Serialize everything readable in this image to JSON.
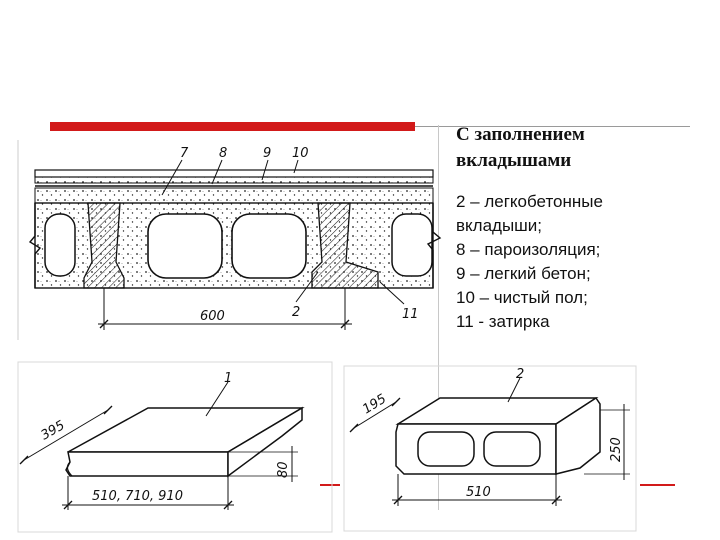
{
  "legend": {
    "title_line1": "С заполнением",
    "title_line2": "вкладышами",
    "items": [
      "2 – легкобетонные",
      "вкладыши;",
      "8 – пароизоляция;",
      "9 – легкий бетон;",
      "10 – чистый пол;",
      "11 - затирка"
    ]
  },
  "section_drawing": {
    "callouts": [
      "7",
      "8",
      "9",
      "10"
    ],
    "part_2": "2",
    "part_11": "11",
    "span": "600"
  },
  "insert_slab": {
    "part": "1",
    "depth": "395",
    "thickness": "80",
    "lengths": "510, 710, 910"
  },
  "insert_hollow": {
    "part": "2",
    "depth": "195",
    "height": "250",
    "length": "510"
  },
  "colors": {
    "accent": "#d21a1a",
    "line": "#111111"
  }
}
